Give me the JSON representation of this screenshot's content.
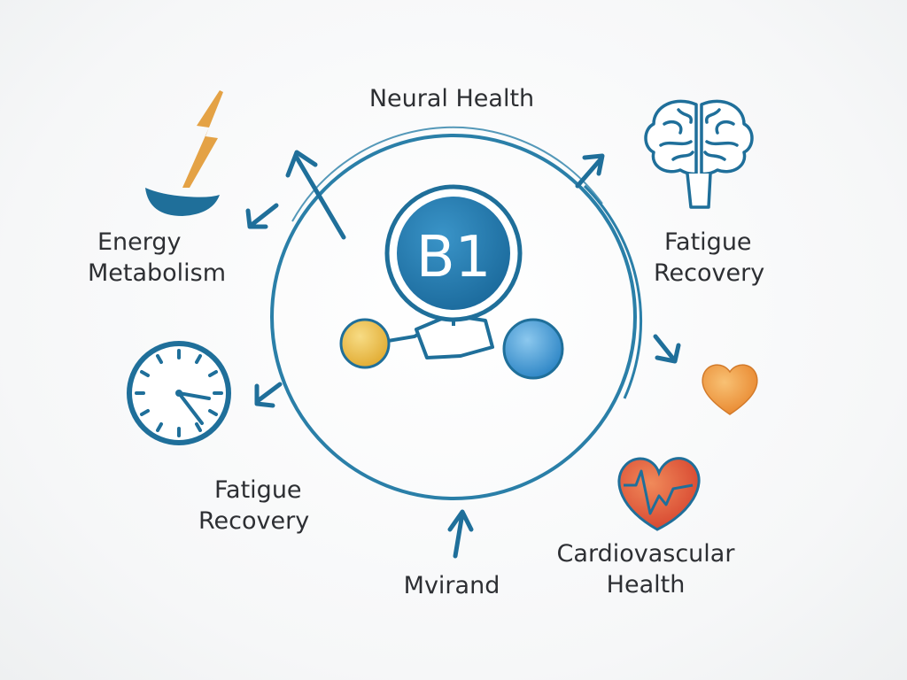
{
  "center": {
    "badge_text": "B1"
  },
  "labels": {
    "top": "Neural Health",
    "top_left": {
      "line1": "Energy",
      "line2": "Metabolism"
    },
    "right_upper": {
      "line1": "Fatigue",
      "line2": "Recovery"
    },
    "bottom_left": {
      "line1": "Fatigue",
      "line2": "Recovery"
    },
    "bottom_right": {
      "line1": "Cardiovascular",
      "line2": "Health"
    },
    "bottom": "Mvirand"
  },
  "icons": {
    "energy": "lightning-bowl-icon",
    "brain": "brain-icon",
    "clock": "clock-icon",
    "small_heart": "heart-icon",
    "cardio_heart": "heart-ecg-icon"
  },
  "colors": {
    "primary_blue": "#1f6f9a",
    "circle_stroke": "#2a7fa8",
    "b1_fill": "#2680b5",
    "yellow_atom": "#e9b949",
    "blue_atom": "#4a9fd6",
    "bolt": "#e4a245",
    "orange_heart": "#ef9a3a",
    "red_heart": "#e0533a",
    "text": "#2d2f33"
  }
}
